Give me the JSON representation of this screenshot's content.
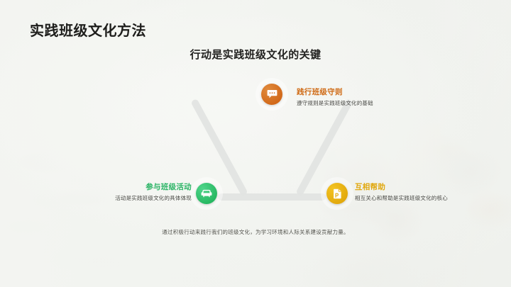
{
  "slide": {
    "title": "实践班级文化方法",
    "subtitle": "行动是实践班级文化的关键",
    "footnote": "通过积极行动来践行我们的班级文化，为学习环境和人际关系建设贡献力量。"
  },
  "colors": {
    "background": "#eef0ed",
    "title_text": "#1d1d1b",
    "node_orange": "#d2691a",
    "node_green": "#27b862",
    "node_yellow": "#e2a90d",
    "connector": "#e2e4e1",
    "heading_orange": "#cf6a14",
    "heading_green": "#2ab465",
    "heading_yellow": "#e0a70c",
    "body_text": "#4a4a46"
  },
  "diagram": {
    "type": "triangle-3-node",
    "nodes": [
      {
        "id": "top",
        "icon": "speech-bubble-icon",
        "color": "#d2691a",
        "heading": "践行班级守则",
        "description": "遵守规则是实践班级文化的基础"
      },
      {
        "id": "left",
        "icon": "sofa-icon",
        "color": "#27b862",
        "heading": "参与班级活动",
        "description": "活动是实践班级文化的具体体现"
      },
      {
        "id": "right",
        "icon": "document-icon",
        "color": "#e2a90d",
        "heading": "互相帮助",
        "description": "相互关心和帮助是实践班级文化的核心"
      }
    ]
  }
}
